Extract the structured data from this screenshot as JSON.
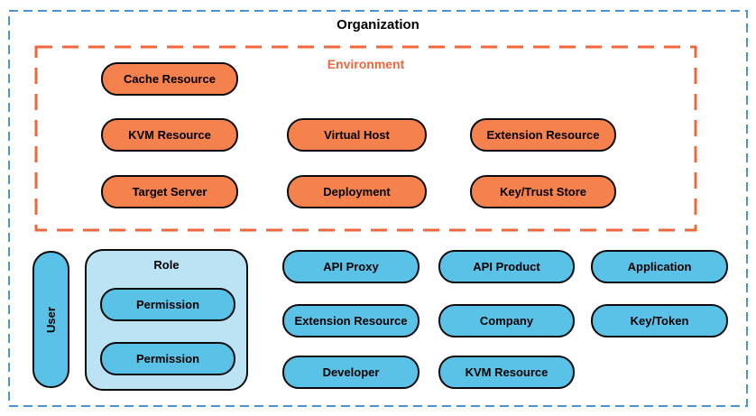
{
  "diagram": {
    "organization": {
      "label": "Organization"
    },
    "environment": {
      "label": "Environment",
      "pills": {
        "cache_resource": "Cache Resource",
        "kvm_resource": "KVM Resource",
        "virtual_host": "Virtual Host",
        "extension_resource": "Extension Resource",
        "target_server": "Target Server",
        "deployment": "Deployment",
        "key_trust_store": "Key/Trust Store"
      }
    },
    "org_level": {
      "user": "User",
      "role": {
        "label": "Role",
        "permission1": "Permission",
        "permission2": "Permission"
      },
      "api_proxy": "API Proxy",
      "api_product": "API Product",
      "application": "Application",
      "extension_resource": "Extension Resource",
      "company": "Company",
      "key_token": "Key/Token",
      "developer": "Developer",
      "kvm_resource": "KVM Resource"
    }
  },
  "colors": {
    "canvas-bg": "#ffffff",
    "org-border": "#4d95d1",
    "env-accent": "#f2663b",
    "orange-fill": "#f5814d",
    "blue-fill": "#5bc2e7",
    "role-fill": "#bce3f4",
    "shape-border": "#0a0a0a"
  }
}
